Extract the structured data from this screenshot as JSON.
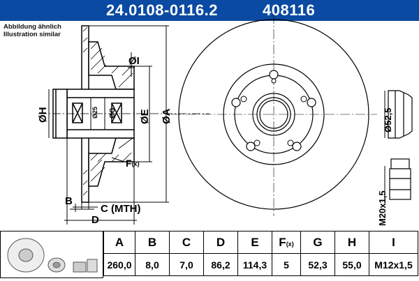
{
  "header": {
    "part_number": "24.0108-0116.2",
    "reference": "408116"
  },
  "notes": {
    "de": "Abbildung ähnlich",
    "en": "Illustration similar"
  },
  "labels": {
    "I": "ØI",
    "H": "ØH",
    "G": "ØG",
    "g25": "Ø25",
    "E": "ØE",
    "A": "ØA",
    "F": "F",
    "F_sub": "(x)",
    "B": "B",
    "C": "C (MTH)",
    "D": "D",
    "cap_dia": "Ø52,5",
    "nut_thread": "M20x1,5"
  },
  "table": {
    "headers": [
      "A",
      "B",
      "C",
      "D",
      "E",
      "F",
      "G",
      "H",
      "I"
    ],
    "f_sub": "(x)",
    "values": [
      "260,0",
      "8,0",
      "7,0",
      "86,2",
      "114,3",
      "5",
      "52,3",
      "55,0",
      "M12x1,5"
    ]
  },
  "colors": {
    "header_bg": "#0a4aa2",
    "header_text": "#ffffff",
    "line": "#000000",
    "fill": "#ffffff"
  }
}
